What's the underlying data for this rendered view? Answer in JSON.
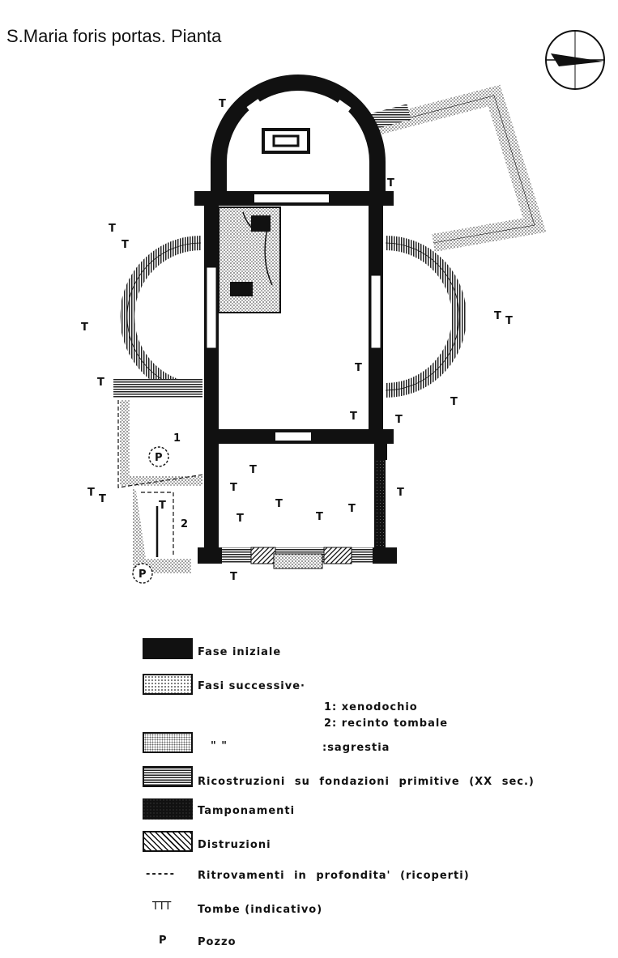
{
  "title": "S.Maria foris portas. Pianta",
  "plan": {
    "tomb_mark": "T",
    "well_mark": "P",
    "area_1": "1",
    "area_2": "2"
  },
  "legend": {
    "fase_iniziale": "Fase iniziale",
    "fasi_successive": "Fasi successive·",
    "xenodochio": "1: xenodochio",
    "recinto": "2: recinto tombale",
    "ditto": "\"        \"",
    "sagrestia": ":sagrestia",
    "ricostruzioni": "Ricostruzioni su fondazioni primitive (XX sec.)",
    "tamponamenti": "Tamponamenti",
    "distruzioni": "Distruzioni",
    "ritrovamenti_symbol": "-----",
    "ritrovamenti": "Ritrovamenti in profondita' (ricoperti)",
    "tombe_symbol": "TTT",
    "tombe": "Tombe (indicativo)",
    "pozzo_symbol": "P",
    "pozzo": "Pozzo"
  },
  "colors": {
    "ink": "#111111",
    "paper": "#ffffff",
    "stipple": "#d9d9d9"
  }
}
